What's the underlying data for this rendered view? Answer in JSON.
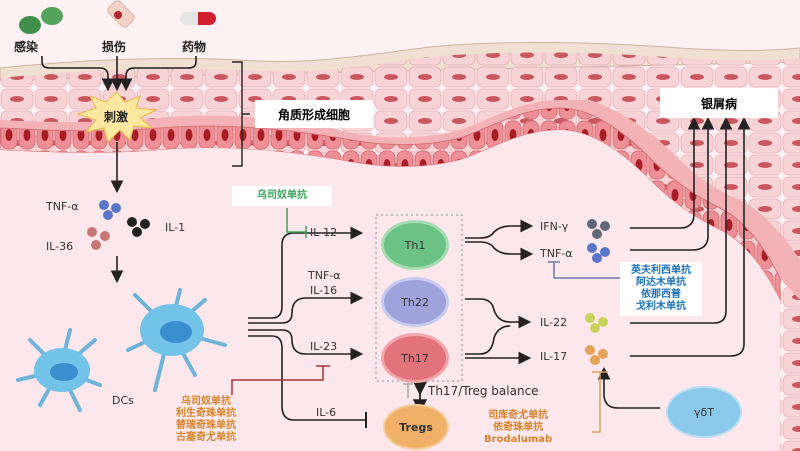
{
  "diagram": {
    "title": "银屑病发病机制与生物制剂靶点",
    "triggers": [
      {
        "label": "感染",
        "icon": "bacteria-icon"
      },
      {
        "label": "损伤",
        "icon": "wound-icon"
      },
      {
        "label": "药物",
        "icon": "capsule-icon"
      }
    ],
    "stimulus_label": "刺激",
    "keratinocyte_label": "角质形成细胞",
    "psoriasis_label": "银屑病",
    "early_cytokines": [
      "TNF-α",
      "IL-1",
      "IL-36"
    ],
    "dc_label": "DCs",
    "dc_outputs": [
      "IL-12",
      "TNF-α",
      "IL-16",
      "IL-23",
      "IL-6"
    ],
    "t_cells": [
      "Th1",
      "Th22",
      "Th17",
      "Tregs"
    ],
    "gd_t_label": "γδT",
    "effector_cytokines": [
      "IFN-γ",
      "TNF-α",
      "IL-22",
      "IL-17"
    ],
    "balance_label": "Th17/Treg balance",
    "drug_groups": {
      "il12_23": {
        "color": "#3aa35a",
        "drugs": [
          "乌司奴单抗"
        ]
      },
      "il23": {
        "color": "#d8832a",
        "drugs": [
          "乌司奴单抗",
          "利生奇珠单抗",
          "替瑞奇珠单抗",
          "古塞奇尤单抗"
        ]
      },
      "tnf": {
        "color": "#1e72b8",
        "drugs": [
          "英夫利西单抗",
          "阿达木单抗",
          "依那西普",
          "戈利木单抗"
        ]
      },
      "il17": {
        "color": "#d8832a",
        "drugs": [
          "司库奇尤单抗",
          "依奇珠单抗",
          "Brodalumab"
        ]
      }
    },
    "colors": {
      "th1": "#6cc185",
      "th22": "#9ea3dc",
      "th17": "#e2737a",
      "tregs": "#f0b067",
      "gdt": "#8cc8ec",
      "dc": "#6fc1e6",
      "skin_basal": "#ef9a9e",
      "skin_upper": "#f7cfd1"
    }
  }
}
